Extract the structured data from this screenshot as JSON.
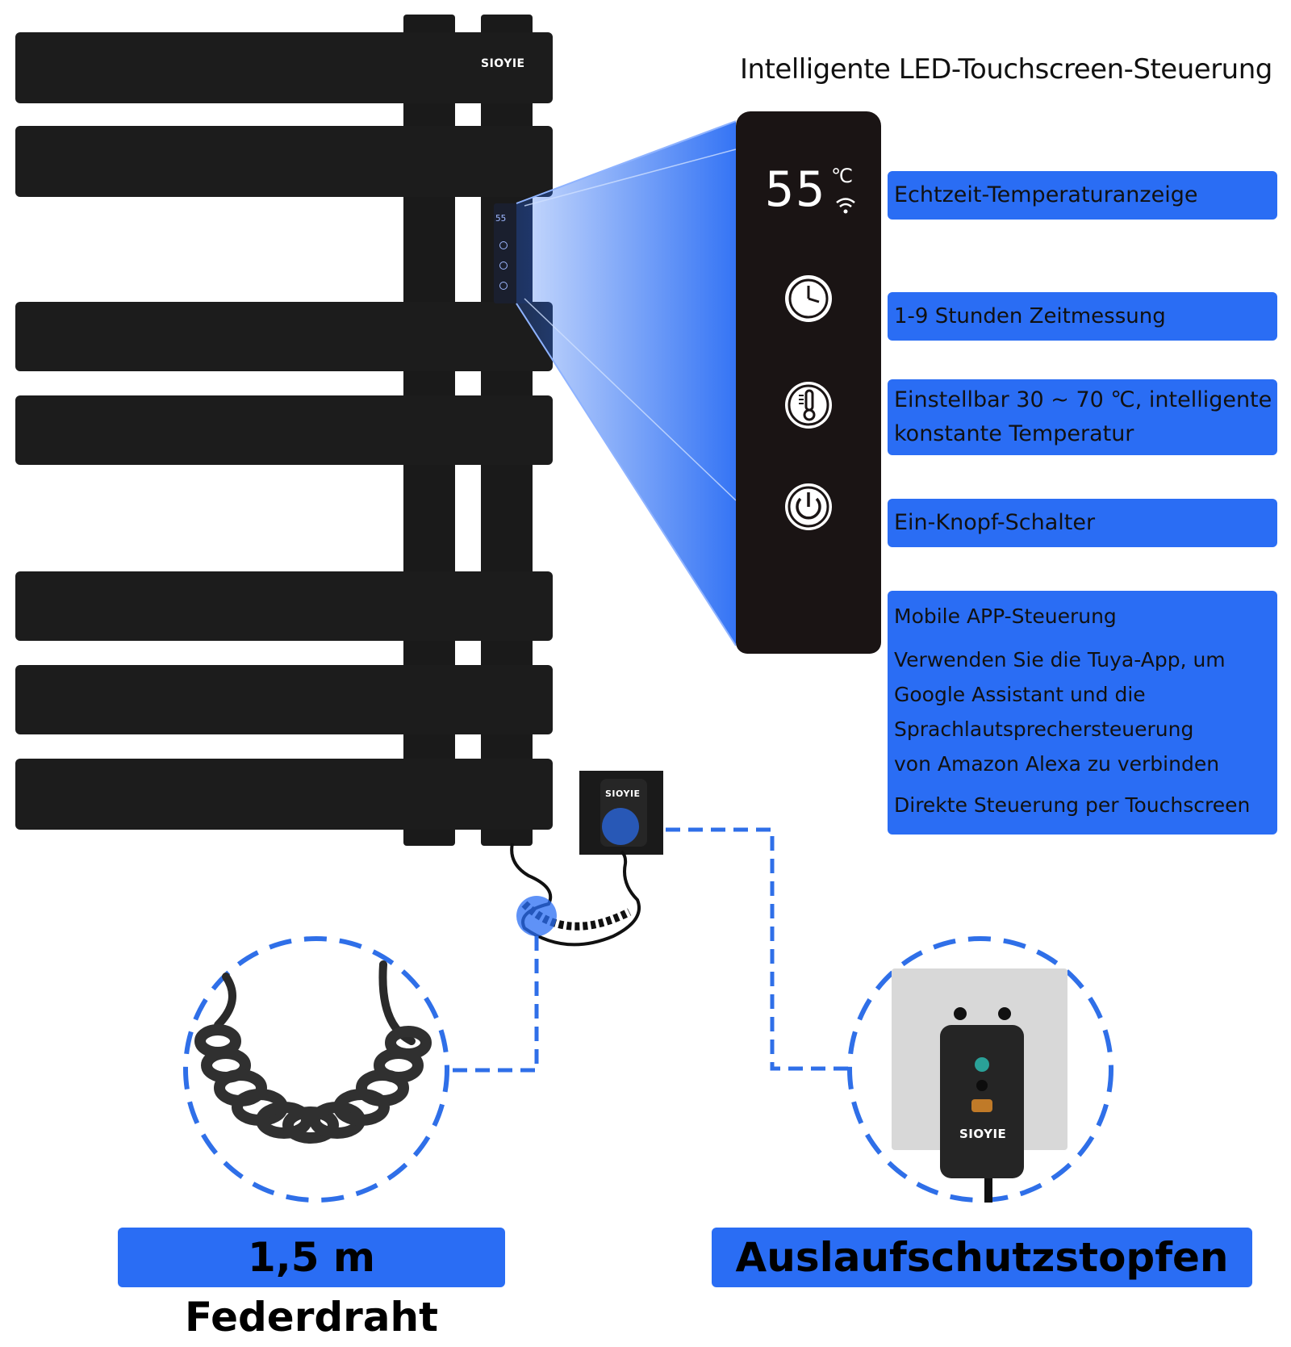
{
  "heading": "Intelligente LED-Touchscreen-Steuerung",
  "product": {
    "brand": "SIOYIE",
    "display_temp": "55",
    "display_unit": "℃",
    "small_display": "55"
  },
  "features": [
    {
      "lines": [
        "Echtzeit-Temperaturanzeige"
      ]
    },
    {
      "lines": [
        "1-9 Stunden Zeitmessung"
      ]
    },
    {
      "lines": [
        "Einstellbar 30 ~ 70 ℃, intelligente",
        "konstante Temperatur"
      ]
    },
    {
      "lines": [
        "Ein-Knopf-Schalter"
      ]
    },
    {
      "lines": [
        "Mobile APP-Steuerung",
        "Verwenden Sie die Tuya-App, um",
        "Google Assistant und die",
        "Sprachlautsprechersteuerung",
        "von Amazon Alexa zu verbinden",
        "Direkte Steuerung per Touchscreen"
      ]
    }
  ],
  "panel_icons": [
    "clock-icon",
    "thermometer-icon",
    "power-icon"
  ],
  "bottom_labels": {
    "cable": "1,5 m Federdraht",
    "plug": "Auslaufschutzstopfen"
  },
  "colors": {
    "accent_blue": "#2a6df4",
    "dashed_blue": "#2f6fe8",
    "rail_black": "#1c1c1c",
    "panel_black": "#1a1414"
  }
}
